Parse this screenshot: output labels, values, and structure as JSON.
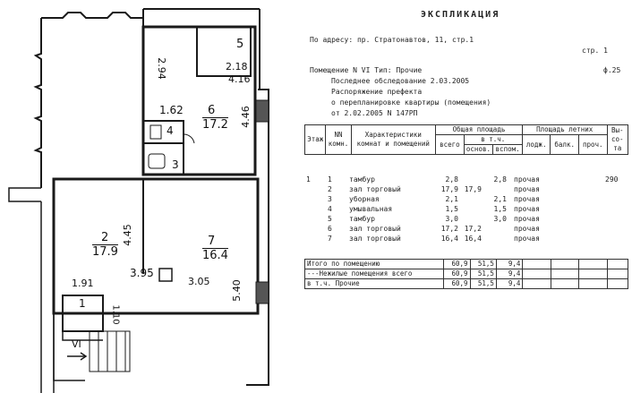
{
  "plan": {
    "rooms": [
      {
        "no": "1",
        "area": ""
      },
      {
        "no": "2",
        "area": "17.9"
      },
      {
        "no": "3",
        "area": ""
      },
      {
        "no": "4",
        "area": ""
      },
      {
        "no": "5",
        "area": ""
      },
      {
        "no": "6",
        "area": "17.2"
      },
      {
        "no": "7",
        "area": "16.4"
      }
    ],
    "dimensions": [
      "2.94",
      "2.18",
      "4.16",
      "1.62",
      "4.46",
      "4.45",
      "3.95",
      "3.05",
      "5.40",
      "1.91",
      "1.10"
    ],
    "entrance_label": "VI"
  },
  "expl": {
    "title": "ЭКСПЛИКАЦИЯ",
    "address": "По адресу: пр. Стратонавтов, 11, стр.1",
    "page": "стр.  1",
    "premise": "Помещение N VI Тип: Прочие",
    "form": "ф.25",
    "survey": "Последнее обследование  2.03.2005",
    "order1": "Распоряжение префекта",
    "order2": "о перепланировке квартиры (помещения)",
    "order3": "от 2.02.2005        N 147РП",
    "headers": {
      "floor": "Этаж",
      "room_no": "NN комн.",
      "description": "Характеристики комнат и помещений",
      "total_area": "Общая площадь",
      "incl": "в т.ч.",
      "total": "всего",
      "main": "основ.",
      "aux": "вспом.",
      "summer": "Площадь летних",
      "loggia": "лодж.",
      "balcony": "балк.",
      "other": "проч.",
      "height": "Вы-со-та"
    },
    "rows": [
      {
        "floor": "1",
        "no": "1",
        "desc": "тамбур",
        "total": "2,8",
        "main": "",
        "aux": "2,8",
        "use": "прочая",
        "height": "290"
      },
      {
        "floor": "",
        "no": "2",
        "desc": "зал торговый",
        "total": "17,9",
        "main": "17,9",
        "aux": "",
        "use": "прочая",
        "height": ""
      },
      {
        "floor": "",
        "no": "3",
        "desc": "уборная",
        "total": "2,1",
        "main": "",
        "aux": "2,1",
        "use": "прочая",
        "height": ""
      },
      {
        "floor": "",
        "no": "4",
        "desc": "умывальная",
        "total": "1,5",
        "main": "",
        "aux": "1,5",
        "use": "прочая",
        "height": ""
      },
      {
        "floor": "",
        "no": "5",
        "desc": "тамбур",
        "total": "3,0",
        "main": "",
        "aux": "3,0",
        "use": "прочая",
        "height": ""
      },
      {
        "floor": "",
        "no": "6",
        "desc": "зал торговый",
        "total": "17,2",
        "main": "17,2",
        "aux": "",
        "use": "прочая",
        "height": ""
      },
      {
        "floor": "",
        "no": "7",
        "desc": "зал торговый",
        "total": "16,4",
        "main": "16,4",
        "aux": "",
        "use": "прочая",
        "height": ""
      }
    ],
    "totals": [
      {
        "label": "Итого      по помещению",
        "total": "60,9",
        "main": "51,5",
        "aux": "9,4"
      },
      {
        "label": "---Нежилые помещения всего",
        "total": "60,9",
        "main": "51,5",
        "aux": "9,4"
      },
      {
        "label": "в т.ч. Прочие",
        "total": "60,9",
        "main": "51,5",
        "aux": "9,4"
      }
    ]
  }
}
